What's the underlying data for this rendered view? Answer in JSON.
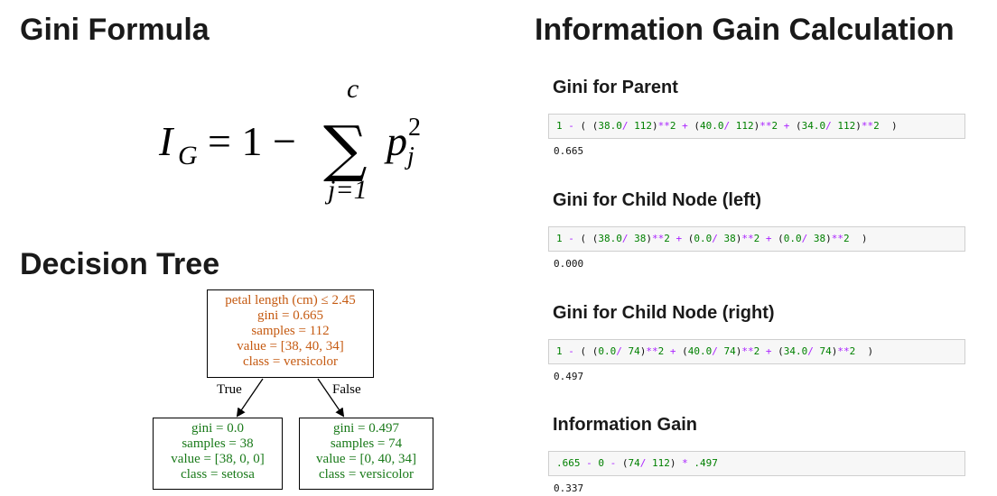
{
  "left": {
    "gini_title": "Gini Formula",
    "formula": {
      "lhs": "I",
      "lhs_sub": "G",
      "equals_part": "= 1 −",
      "sigma": "∑",
      "upper": "c",
      "lower": "j=1",
      "term": "p",
      "term_sup": "2",
      "term_sub": "j"
    },
    "tree_title": "Decision Tree",
    "tree": {
      "root": [
        "petal length (cm) ≤ 2.45",
        "gini = 0.665",
        "samples = 112",
        "value = [38, 40, 34]",
        "class = versicolor"
      ],
      "left": [
        "gini = 0.0",
        "samples = 38",
        "value = [38, 0, 0]",
        "class = setosa"
      ],
      "right": [
        "gini = 0.497",
        "samples = 74",
        "value = [0, 40, 34]",
        "class = versicolor"
      ],
      "true_label": "True",
      "false_label": "False"
    }
  },
  "right": {
    "title": "Information Gain Calculation",
    "sections": [
      {
        "heading": "Gini for Parent",
        "tokens": [
          {
            "t": "1",
            "c": "num"
          },
          {
            "t": " ",
            "c": "pl"
          },
          {
            "t": "-",
            "c": "op"
          },
          {
            "t": " ( ",
            "c": "pl"
          },
          {
            "t": "(",
            "c": "pl"
          },
          {
            "t": "38.0",
            "c": "num"
          },
          {
            "t": "/",
            "c": "op"
          },
          {
            "t": " ",
            "c": "pl"
          },
          {
            "t": "112",
            "c": "num"
          },
          {
            "t": ")",
            "c": "pl"
          },
          {
            "t": "**",
            "c": "op"
          },
          {
            "t": "2",
            "c": "num"
          },
          {
            "t": " ",
            "c": "pl"
          },
          {
            "t": "+",
            "c": "op"
          },
          {
            "t": " (",
            "c": "pl"
          },
          {
            "t": "40.0",
            "c": "num"
          },
          {
            "t": "/",
            "c": "op"
          },
          {
            "t": " ",
            "c": "pl"
          },
          {
            "t": "112",
            "c": "num"
          },
          {
            "t": ")",
            "c": "pl"
          },
          {
            "t": "**",
            "c": "op"
          },
          {
            "t": "2",
            "c": "num"
          },
          {
            "t": " ",
            "c": "pl"
          },
          {
            "t": "+",
            "c": "op"
          },
          {
            "t": " (",
            "c": "pl"
          },
          {
            "t": "34.0",
            "c": "num"
          },
          {
            "t": "/",
            "c": "op"
          },
          {
            "t": " ",
            "c": "pl"
          },
          {
            "t": "112",
            "c": "num"
          },
          {
            "t": ")",
            "c": "pl"
          },
          {
            "t": "**",
            "c": "op"
          },
          {
            "t": "2",
            "c": "num"
          },
          {
            "t": "  )",
            "c": "pl"
          }
        ],
        "output": "0.665"
      },
      {
        "heading": "Gini for Child Node (left)",
        "tokens": [
          {
            "t": "1",
            "c": "num"
          },
          {
            "t": " ",
            "c": "pl"
          },
          {
            "t": "-",
            "c": "op"
          },
          {
            "t": " ( ",
            "c": "pl"
          },
          {
            "t": "(",
            "c": "pl"
          },
          {
            "t": "38.0",
            "c": "num"
          },
          {
            "t": "/",
            "c": "op"
          },
          {
            "t": " ",
            "c": "pl"
          },
          {
            "t": "38",
            "c": "num"
          },
          {
            "t": ")",
            "c": "pl"
          },
          {
            "t": "**",
            "c": "op"
          },
          {
            "t": "2",
            "c": "num"
          },
          {
            "t": " ",
            "c": "pl"
          },
          {
            "t": "+",
            "c": "op"
          },
          {
            "t": " (",
            "c": "pl"
          },
          {
            "t": "0.0",
            "c": "num"
          },
          {
            "t": "/",
            "c": "op"
          },
          {
            "t": " ",
            "c": "pl"
          },
          {
            "t": "38",
            "c": "num"
          },
          {
            "t": ")",
            "c": "pl"
          },
          {
            "t": "**",
            "c": "op"
          },
          {
            "t": "2",
            "c": "num"
          },
          {
            "t": " ",
            "c": "pl"
          },
          {
            "t": "+",
            "c": "op"
          },
          {
            "t": " (",
            "c": "pl"
          },
          {
            "t": "0.0",
            "c": "num"
          },
          {
            "t": "/",
            "c": "op"
          },
          {
            "t": " ",
            "c": "pl"
          },
          {
            "t": "38",
            "c": "num"
          },
          {
            "t": ")",
            "c": "pl"
          },
          {
            "t": "**",
            "c": "op"
          },
          {
            "t": "2",
            "c": "num"
          },
          {
            "t": "  )",
            "c": "pl"
          }
        ],
        "output": "0.000"
      },
      {
        "heading": "Gini for Child Node (right)",
        "tokens": [
          {
            "t": "1",
            "c": "num"
          },
          {
            "t": " ",
            "c": "pl"
          },
          {
            "t": "-",
            "c": "op"
          },
          {
            "t": " ( ",
            "c": "pl"
          },
          {
            "t": "(",
            "c": "pl"
          },
          {
            "t": "0.0",
            "c": "num"
          },
          {
            "t": "/",
            "c": "op"
          },
          {
            "t": " ",
            "c": "pl"
          },
          {
            "t": "74",
            "c": "num"
          },
          {
            "t": ")",
            "c": "pl"
          },
          {
            "t": "**",
            "c": "op"
          },
          {
            "t": "2",
            "c": "num"
          },
          {
            "t": " ",
            "c": "pl"
          },
          {
            "t": "+",
            "c": "op"
          },
          {
            "t": " (",
            "c": "pl"
          },
          {
            "t": "40.0",
            "c": "num"
          },
          {
            "t": "/",
            "c": "op"
          },
          {
            "t": " ",
            "c": "pl"
          },
          {
            "t": "74",
            "c": "num"
          },
          {
            "t": ")",
            "c": "pl"
          },
          {
            "t": "**",
            "c": "op"
          },
          {
            "t": "2",
            "c": "num"
          },
          {
            "t": " ",
            "c": "pl"
          },
          {
            "t": "+",
            "c": "op"
          },
          {
            "t": " (",
            "c": "pl"
          },
          {
            "t": "34.0",
            "c": "num"
          },
          {
            "t": "/",
            "c": "op"
          },
          {
            "t": " ",
            "c": "pl"
          },
          {
            "t": "74",
            "c": "num"
          },
          {
            "t": ")",
            "c": "pl"
          },
          {
            "t": "**",
            "c": "op"
          },
          {
            "t": "2",
            "c": "num"
          },
          {
            "t": "  )",
            "c": "pl"
          }
        ],
        "output": "0.497"
      },
      {
        "heading": "Information Gain",
        "tokens": [
          {
            "t": ".665",
            "c": "num"
          },
          {
            "t": " ",
            "c": "pl"
          },
          {
            "t": "-",
            "c": "op"
          },
          {
            "t": " ",
            "c": "pl"
          },
          {
            "t": "0",
            "c": "num"
          },
          {
            "t": " ",
            "c": "pl"
          },
          {
            "t": "-",
            "c": "op"
          },
          {
            "t": " (",
            "c": "pl"
          },
          {
            "t": "74",
            "c": "num"
          },
          {
            "t": "/",
            "c": "op"
          },
          {
            "t": " ",
            "c": "pl"
          },
          {
            "t": "112",
            "c": "num"
          },
          {
            "t": ")",
            "c": "pl"
          },
          {
            "t": " ",
            "c": "pl"
          },
          {
            "t": "*",
            "c": "op"
          },
          {
            "t": " ",
            "c": "pl"
          },
          {
            "t": ".497",
            "c": "num"
          }
        ],
        "output": "0.337"
      }
    ]
  }
}
